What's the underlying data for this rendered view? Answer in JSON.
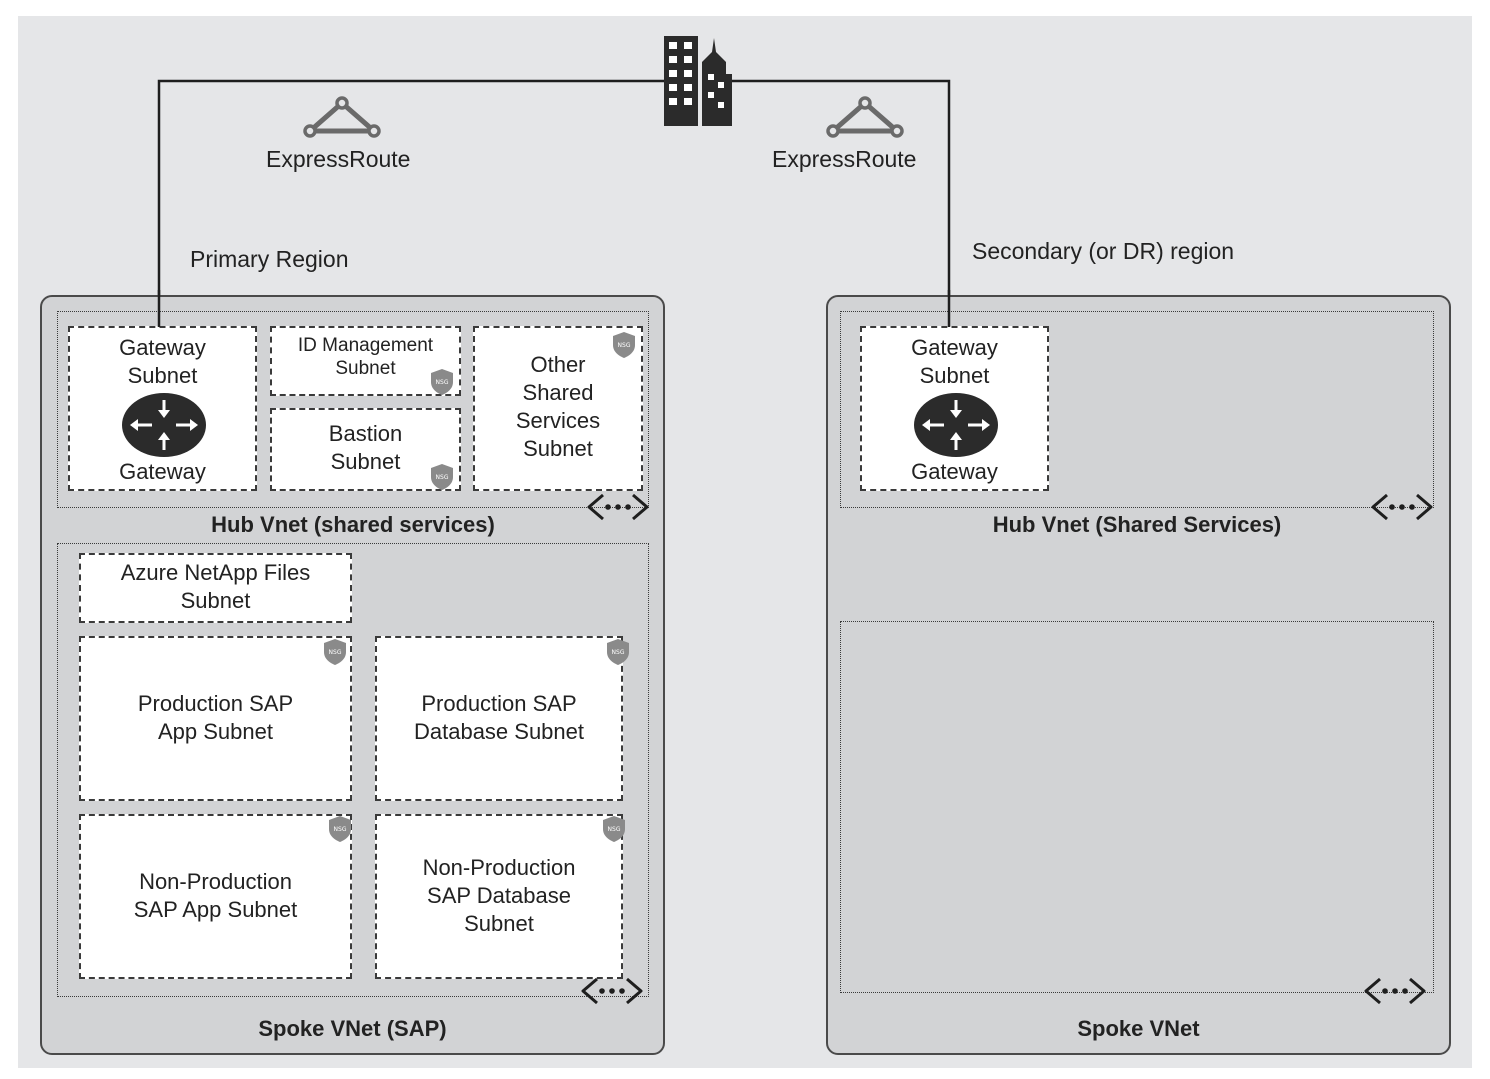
{
  "top_connections": {
    "building_icon": "office-building-icon",
    "expressroute_left": "ExpressRoute",
    "expressroute_right": "ExpressRoute"
  },
  "primary_region": {
    "label": "Primary Region",
    "hub": {
      "title": "Hub Vnet (shared services)",
      "gateway_subnet": {
        "lines": [
          "Gateway",
          "Subnet"
        ],
        "gateway_label": "Gateway"
      },
      "id_management_subnet": {
        "lines": [
          "ID Management",
          "Subnet"
        ]
      },
      "bastion_subnet": {
        "lines": [
          "Bastion",
          "Subnet"
        ]
      },
      "other_shared_subnet": {
        "lines": [
          "Other",
          "Shared",
          "Services",
          "Subnet"
        ]
      }
    },
    "spoke": {
      "title": "Spoke VNet (SAP)",
      "anf_subnet": {
        "lines": [
          "Azure NetApp Files",
          "Subnet"
        ]
      },
      "prod_app_subnet": {
        "lines": [
          "Production SAP",
          "App Subnet"
        ]
      },
      "prod_db_subnet": {
        "lines": [
          "Production SAP",
          "Database Subnet"
        ]
      },
      "nonprod_app_subnet": {
        "lines": [
          "Non-Production",
          "SAP App Subnet"
        ]
      },
      "nonprod_db_subnet": {
        "lines": [
          "Non-Production",
          "SAP Database",
          "Subnet"
        ]
      }
    }
  },
  "secondary_region": {
    "label": "Secondary (or DR) region",
    "hub": {
      "title": "Hub Vnet (Shared Services)",
      "gateway_subnet": {
        "lines": [
          "Gateway",
          "Subnet"
        ],
        "gateway_label": "Gateway"
      }
    },
    "spoke": {
      "title": "Spoke VNet"
    }
  },
  "nsg_badge_text": "NSG",
  "colors": {
    "canvas": "#e5e6e8",
    "region_fill": "#d2d3d5",
    "subnet_fill": "#ffffff",
    "icon_dark": "#2b2b2b",
    "nsg_badge": "#8a8a8a"
  }
}
